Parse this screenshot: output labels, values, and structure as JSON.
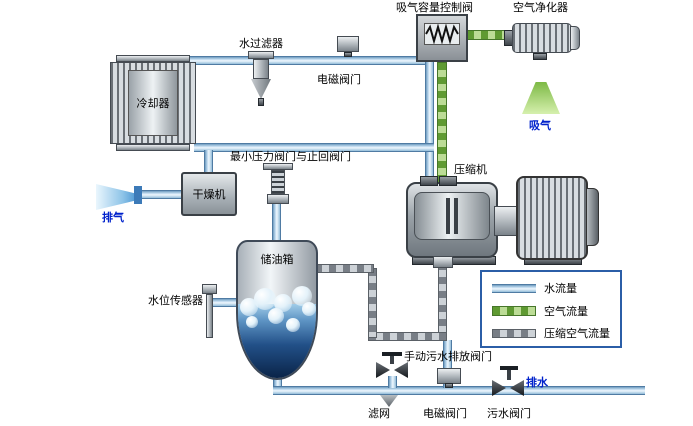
{
  "diagram": {
    "components": {
      "cooler": {
        "label": "冷却器"
      },
      "water_filter": {
        "label": "水过滤器"
      },
      "top_solenoid_valve": {
        "label": "电磁阀门"
      },
      "intake_capacity_control_valve": {
        "label": "吸气容量控制阀"
      },
      "air_purifier": {
        "label": "空气净化器"
      },
      "intake": {
        "label": "吸气"
      },
      "compressor": {
        "label": "压缩机"
      },
      "min_pressure_check_valve": {
        "label": "最小压力阀门与止回阀门"
      },
      "dryer": {
        "label": "干燥机"
      },
      "exhaust": {
        "label": "排气"
      },
      "oil_tank": {
        "label": "储油箱"
      },
      "water_level_sensor": {
        "label": "水位传感器"
      },
      "manual_drain_valve": {
        "label": "手动污水排放阀门"
      },
      "strainer": {
        "label": "滤网"
      },
      "bottom_solenoid_valve": {
        "label": "电磁阀门"
      },
      "sewage_valve": {
        "label": "污水阀门"
      },
      "drain_outlet": {
        "label": "排水"
      }
    },
    "legend": {
      "items": [
        {
          "label": "水流量",
          "type": "water"
        },
        {
          "label": "空气流量",
          "type": "air"
        },
        {
          "label": "压缩空气流量",
          "type": "compressed_air"
        }
      ]
    },
    "colors": {
      "water_pipe": "#a9cde9",
      "air_pipe": "#8fbe5a",
      "compressed_air_pipe": "#b9bec4",
      "flow_text": "#0022cc",
      "label_text": "#000000",
      "legend_border": "#2b5ea7",
      "tank_water": "#0a2448"
    }
  }
}
